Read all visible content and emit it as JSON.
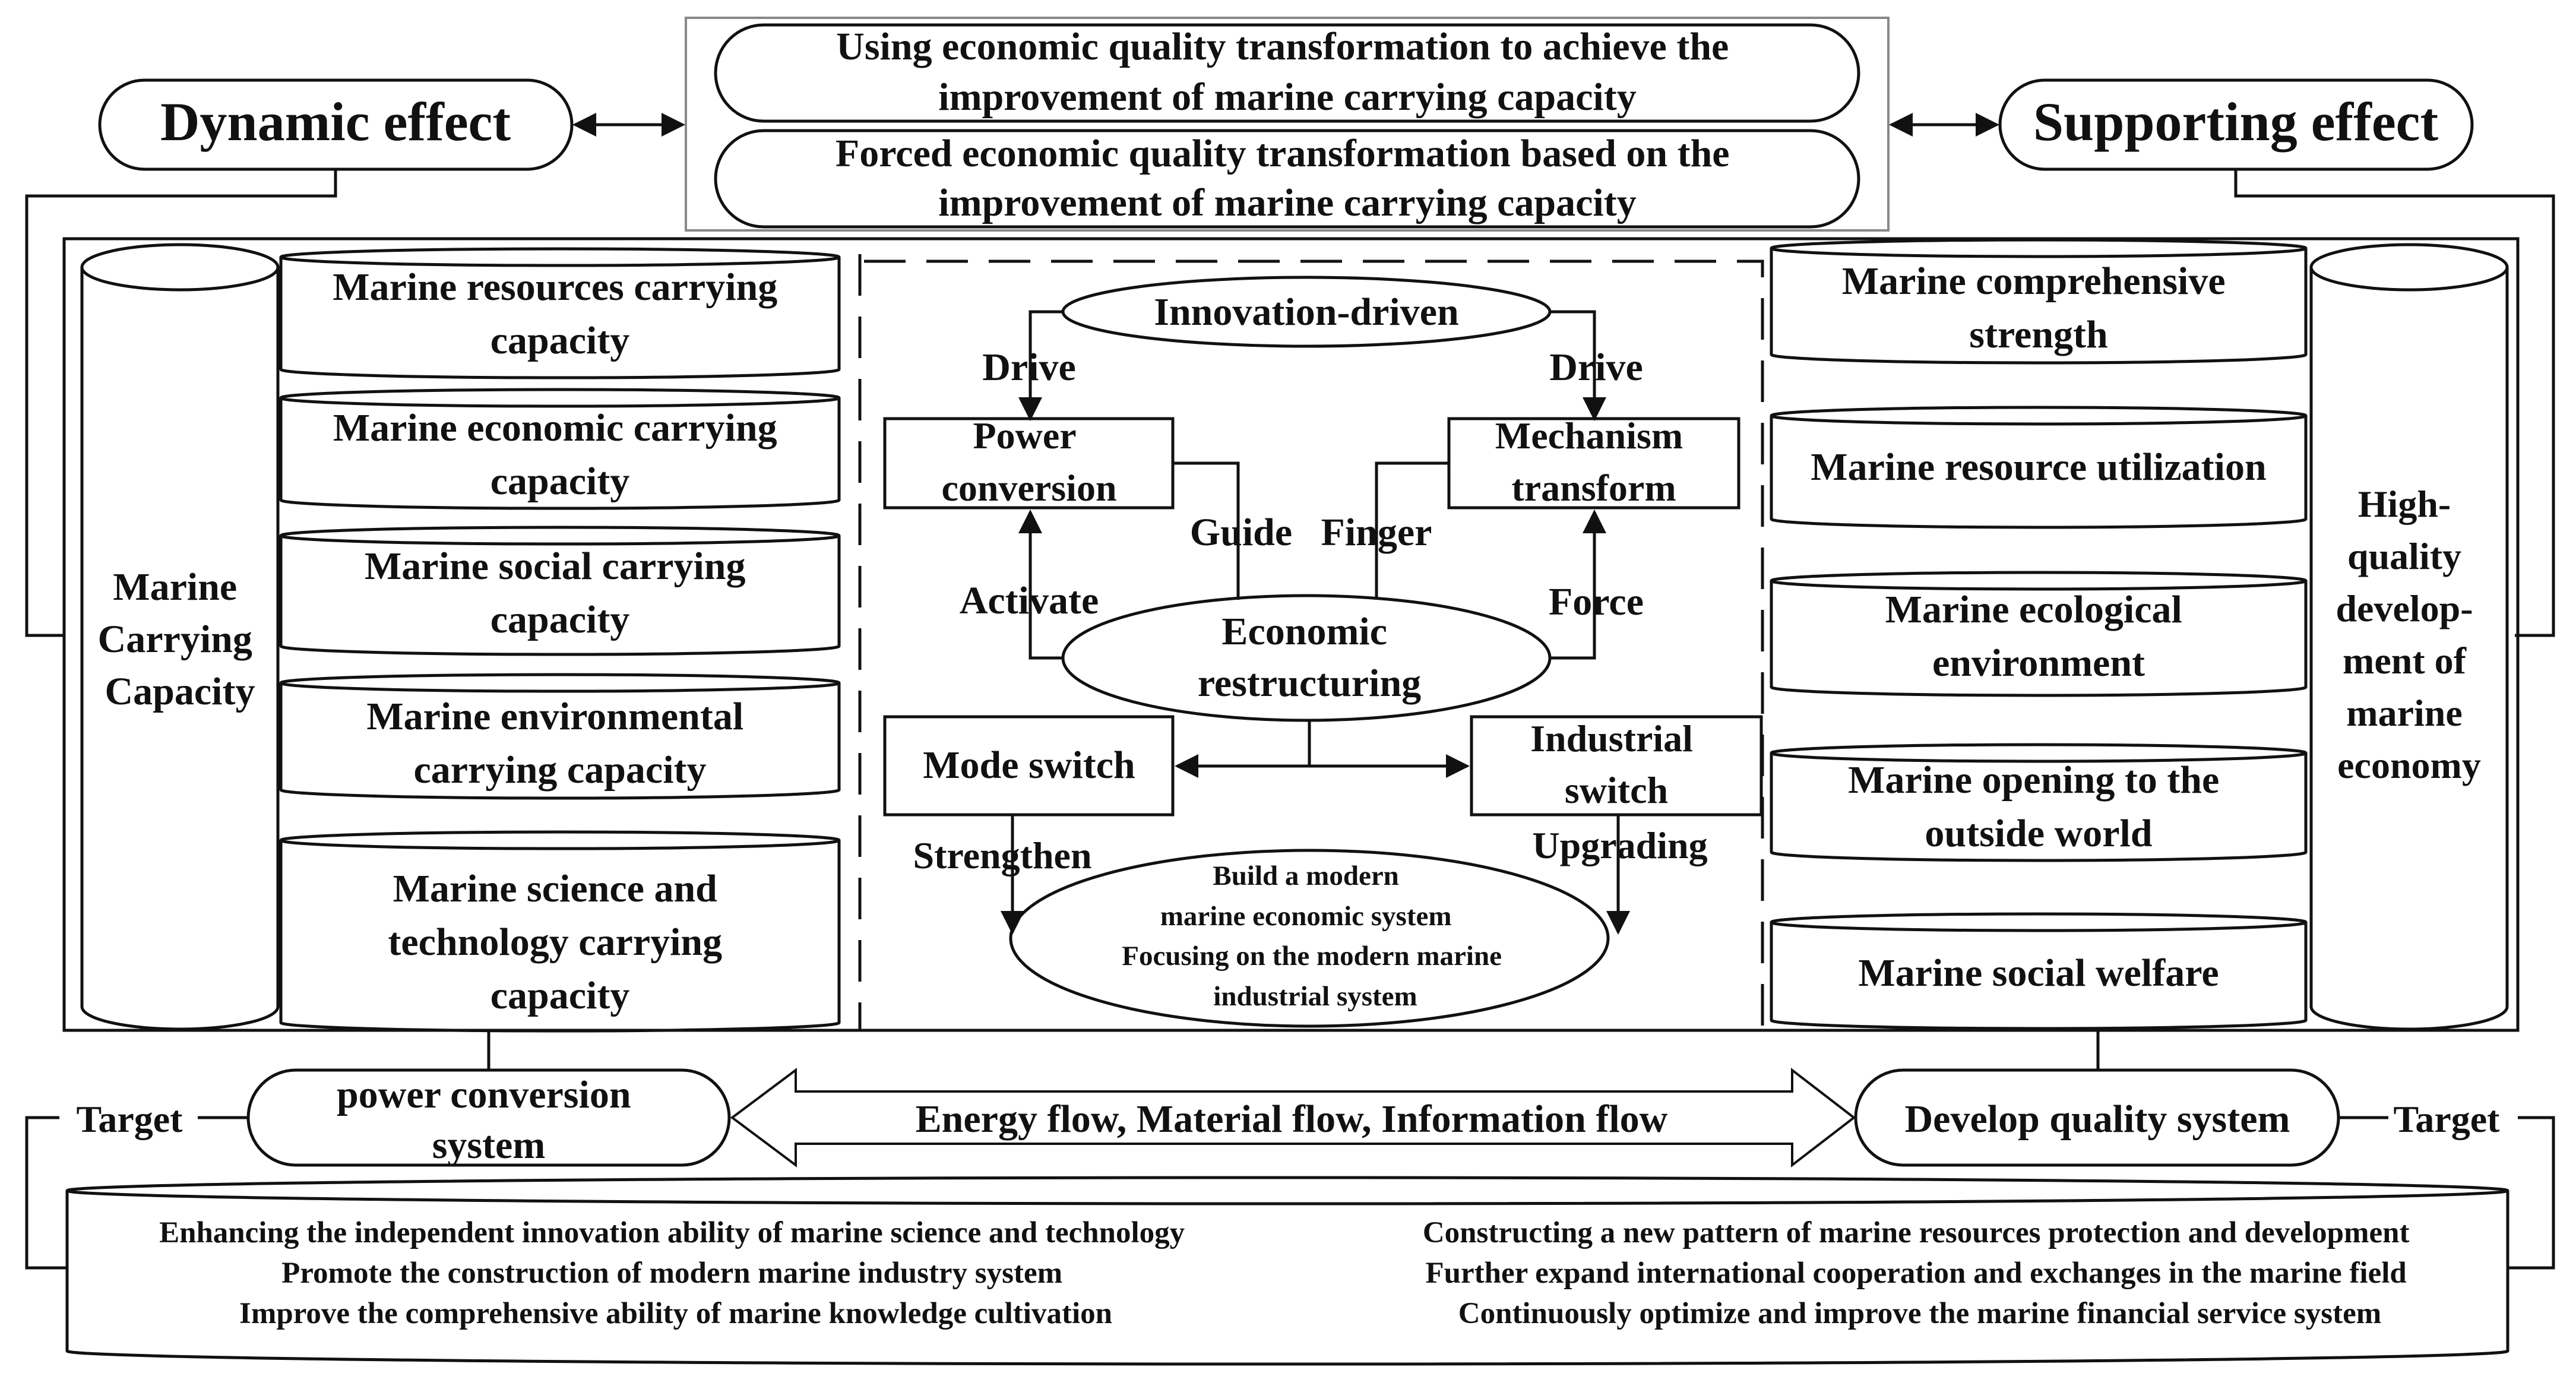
{
  "top_center": {
    "line1": [
      "Using economic quality transformation to achieve the",
      "improvement of marine carrying capacity"
    ],
    "line2": [
      "Forced economic quality transformation based on the",
      "improvement of marine carrying capacity"
    ]
  },
  "dynamic_effect": "Dynamic effect",
  "supporting_effect": "Supporting effect",
  "left_main": [
    "Marine",
    "Carrying",
    "Capacity"
  ],
  "left_items": [
    [
      "Marine resources carrying",
      "capacity"
    ],
    [
      "Marine economic carrying",
      "capacity"
    ],
    [
      "Marine social carrying",
      "capacity"
    ],
    [
      "Marine environmental",
      "carrying capacity"
    ],
    [
      "Marine science and",
      "technology carrying",
      "capacity"
    ]
  ],
  "right_main": [
    "High-",
    "quality",
    "develop-",
    "ment of",
    "marine",
    "economy"
  ],
  "right_items": [
    [
      "Marine comprehensive",
      "strength"
    ],
    [
      "Marine resource utilization"
    ],
    [
      "Marine ecological",
      "environment"
    ],
    [
      "Marine opening to the",
      "outside world"
    ],
    [
      "Marine social welfare"
    ]
  ],
  "center": {
    "innovation": "Innovation-driven",
    "drive_left": "Drive",
    "drive_right": "Drive",
    "power_conversion": [
      "Power",
      "conversion"
    ],
    "mechanism_transform": [
      "Mechanism",
      "transform"
    ],
    "guide": "Guide",
    "finger": "Finger",
    "activate": "Activate",
    "force": "Force",
    "economic_restructuring": [
      "Economic",
      "restructuring"
    ],
    "mode_switch": "Mode switch",
    "industrial_switch": [
      "Industrial",
      "switch"
    ],
    "strengthen": "Strengthen",
    "upgrading": "Upgrading",
    "modern_system": [
      "Build a modern",
      "marine economic system",
      "Focusing on the modern marine",
      "industrial system"
    ]
  },
  "bottom": {
    "power_conversion_system": [
      "power conversion",
      "system"
    ],
    "flows": "Energy flow, Material flow, Information flow",
    "develop_quality_system": "Develop quality system",
    "target_left": "Target",
    "target_right": "Target",
    "left_lines": [
      "Enhancing the independent innovation ability of marine science and technology",
      "Promote the construction of modern marine industry system",
      "Improve the comprehensive ability of marine knowledge cultivation"
    ],
    "right_lines": [
      "Constructing a new pattern of marine resources protection and development",
      "Further expand international cooperation and exchanges in the marine field",
      "Continuously optimize and improve the marine financial service system"
    ]
  }
}
